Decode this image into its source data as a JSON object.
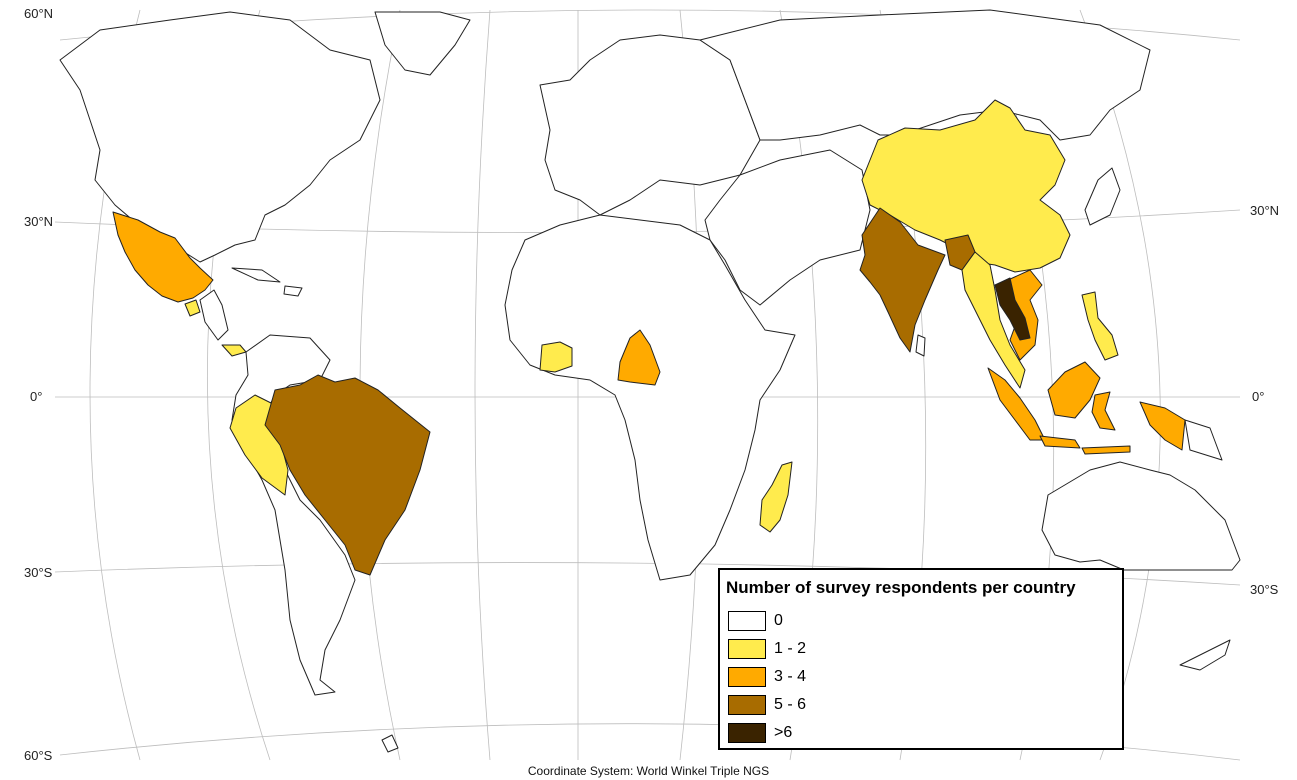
{
  "map": {
    "latitude_labels_left": [
      "60°N",
      "30°N",
      "0°",
      "30°S",
      "60°S"
    ],
    "latitude_labels_right": [
      "30°N",
      "0°",
      "30°S"
    ],
    "coordinate_system": "Coordinate System: World Winkel Triple NGS"
  },
  "legend": {
    "title": "Number of survey respondents per country",
    "items": [
      {
        "label": "0",
        "color": "#ffffff"
      },
      {
        "label": "1 - 2",
        "color": "#ffeb4d"
      },
      {
        "label": "3 - 4",
        "color": "#ffaa00"
      },
      {
        "label": "5 - 6",
        "color": "#a86c00"
      },
      {
        "label": ">6",
        "color": "#3a2300"
      }
    ]
  },
  "countries": [
    {
      "name": "China",
      "class": "1 - 2"
    },
    {
      "name": "Peru",
      "class": "1 - 2"
    },
    {
      "name": "Ivory Coast",
      "class": "1 - 2"
    },
    {
      "name": "Madagascar",
      "class": "1 - 2"
    },
    {
      "name": "Philippines",
      "class": "1 - 2"
    },
    {
      "name": "Myanmar",
      "class": "1 - 2"
    },
    {
      "name": "Guatemala",
      "class": "1 - 2"
    },
    {
      "name": "Panama",
      "class": "1 - 2"
    },
    {
      "name": "Mexico",
      "class": "3 - 4"
    },
    {
      "name": "Cameroon",
      "class": "3 - 4"
    },
    {
      "name": "Indonesia",
      "class": "3 - 4"
    },
    {
      "name": "Vietnam",
      "class": "3 - 4"
    },
    {
      "name": "Malaysia",
      "class": "3 - 4"
    },
    {
      "name": "Papua New Guinea",
      "class": "3 - 4"
    },
    {
      "name": "Brazil",
      "class": "5 - 6"
    },
    {
      "name": "India",
      "class": "5 - 6"
    },
    {
      "name": "Bangladesh",
      "class": "5 - 6"
    },
    {
      "name": "Laos",
      "class": ">6"
    }
  ]
}
